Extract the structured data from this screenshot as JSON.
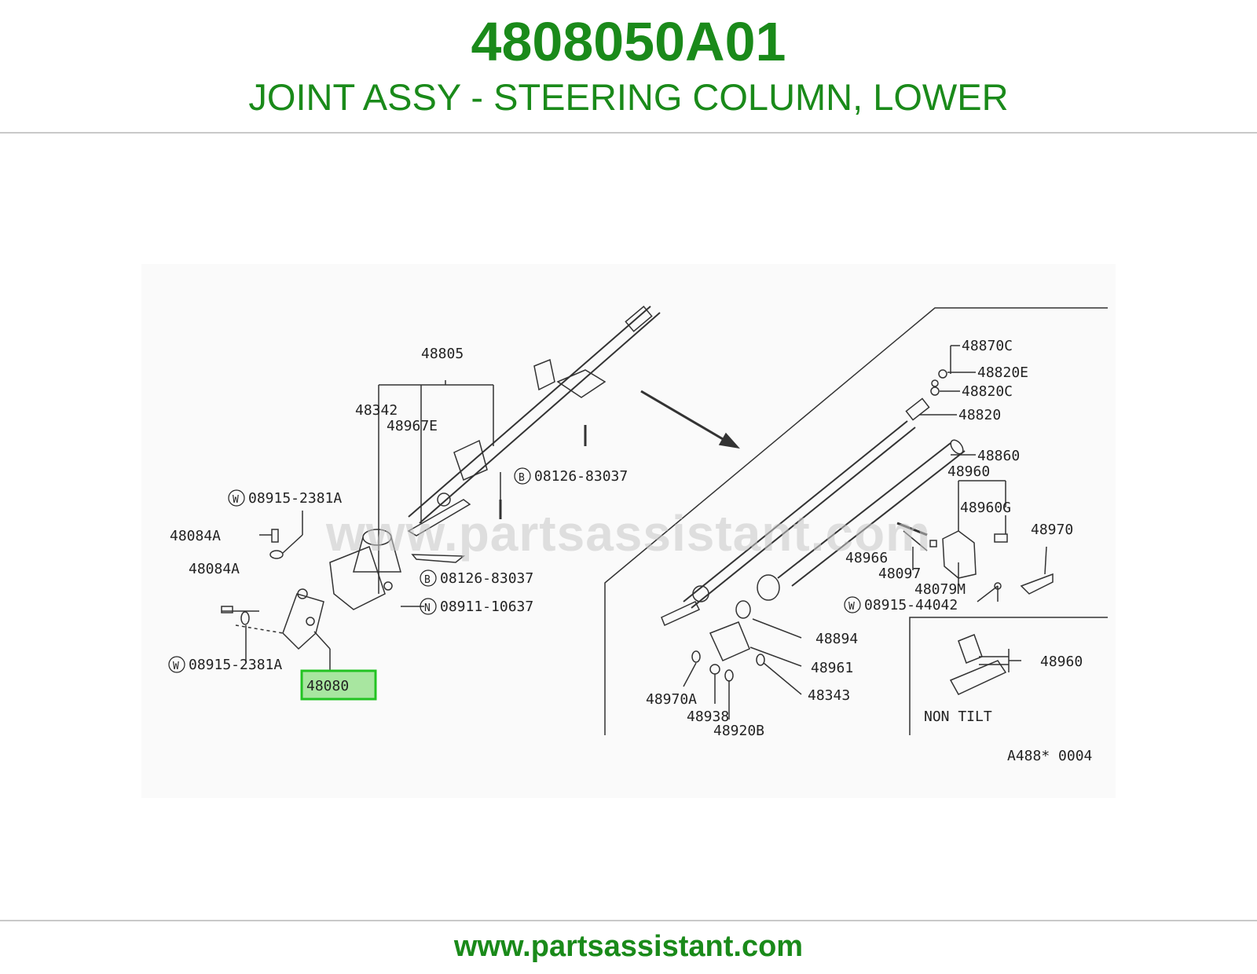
{
  "header": {
    "part_number": "4808050A01",
    "part_name": "JOINT ASSY - STEERING COLUMN, LOWER"
  },
  "footer": {
    "url": "www.partsassistant.com"
  },
  "watermark": "www.partsassistant.com",
  "colors": {
    "brand": "#1a8a1a",
    "highlight_fill": "#a8e6a0",
    "highlight_border": "#22c322",
    "line": "#333333"
  },
  "diagram": {
    "drawing_code": "A488* 0004",
    "non_tilt_label": "NON TILT",
    "highlighted_part": "48080",
    "labels": {
      "p48805": "48805",
      "p48342": "48342",
      "p48967E": "48967E",
      "b08126_top": "08126-83037",
      "b08126_mid": "08126-83037",
      "w08915_top": "08915-2381A",
      "w08915_bottom": "08915-2381A",
      "n08911": "08911-10637",
      "p48084A_top": "48084A",
      "p48084A_bottom": "48084A",
      "p48080": "48080",
      "p48870C": "48870C",
      "p48820E": "48820E",
      "p48820C": "48820C",
      "p48820": "48820",
      "p48860": "48860",
      "p48960": "48960",
      "p48960G": "48960G",
      "p48970": "48970",
      "p48966": "48966",
      "p48097": "48097",
      "p48079M": "48079M",
      "w08915_44042": "08915-44042",
      "p48894": "48894",
      "p48961": "48961",
      "p48343": "48343",
      "p48970A": "48970A",
      "p48938": "48938",
      "p48920B": "48920B",
      "p48960_nontilt": "48960"
    },
    "prefixes": {
      "washer": "W",
      "bolt": "B",
      "nut": "N"
    }
  }
}
